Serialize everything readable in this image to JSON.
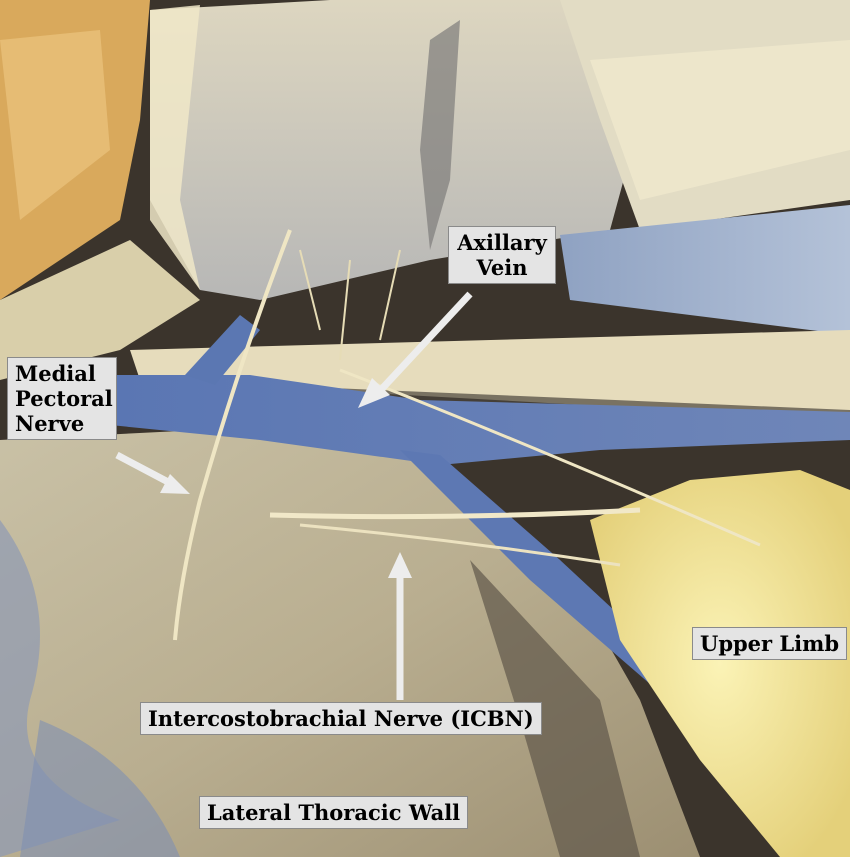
{
  "image": {
    "kind": "anatomical-dissection-photo",
    "dominant_colors": {
      "muscle_pale": "#d9d0b4",
      "fat_yellow": "#f2e6a0",
      "vein_blue": "#5c78b4",
      "nerve_cream": "#efe6c4",
      "shadow": "#3a332b",
      "label_bg": "#e4e4e4",
      "arrow": "#ededed"
    }
  },
  "labels": {
    "axillary_vein": {
      "line1": "Axillary",
      "line2": "Vein"
    },
    "medial_pectoral_nerve": {
      "line1": "Medial",
      "line2": "Pectoral",
      "line3": "Nerve"
    },
    "upper_limb": "Upper Limb",
    "icbn": "Intercostobrachial Nerve (ICBN)",
    "lateral_thoracic_wall": "Lateral Thoracic Wall"
  }
}
